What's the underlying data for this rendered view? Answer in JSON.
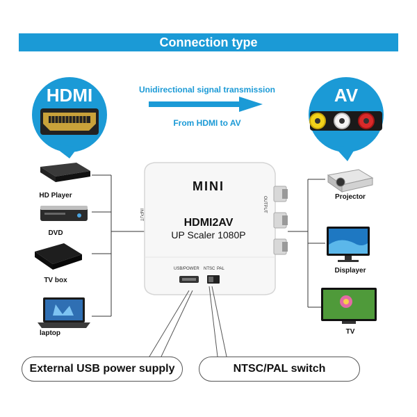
{
  "header": {
    "title": "Connection type",
    "color": "#1b9ad6"
  },
  "bubbles": {
    "hdmi_label": "HDMI",
    "av_label": "AV"
  },
  "transmission": {
    "line1": "Unidirectional signal transmission",
    "line2": "From HDMI to AV"
  },
  "inputs": [
    {
      "label": "HD Player",
      "icon": "hd-player-icon"
    },
    {
      "label": "DVD",
      "icon": "dvd-icon"
    },
    {
      "label": "TV box",
      "icon": "tv-box-icon"
    },
    {
      "label": "laptop",
      "icon": "laptop-icon"
    }
  ],
  "outputs": [
    {
      "label": "Projector",
      "icon": "projector-icon"
    },
    {
      "label": "Displayer",
      "icon": "monitor-icon"
    },
    {
      "label": "TV",
      "icon": "tv-icon"
    }
  ],
  "device": {
    "brand": "MINI",
    "model": "HDMI2AV",
    "subtitle": "UP Scaler 1080P",
    "input_label": "INPUT",
    "output_label": "OUTPUT",
    "usb_label": "USB/POWER",
    "ntsc_label": "NTSC",
    "pal_label": "PAL"
  },
  "callouts": {
    "usb": "External USB power supply",
    "switch": "NTSC/PAL switch"
  }
}
